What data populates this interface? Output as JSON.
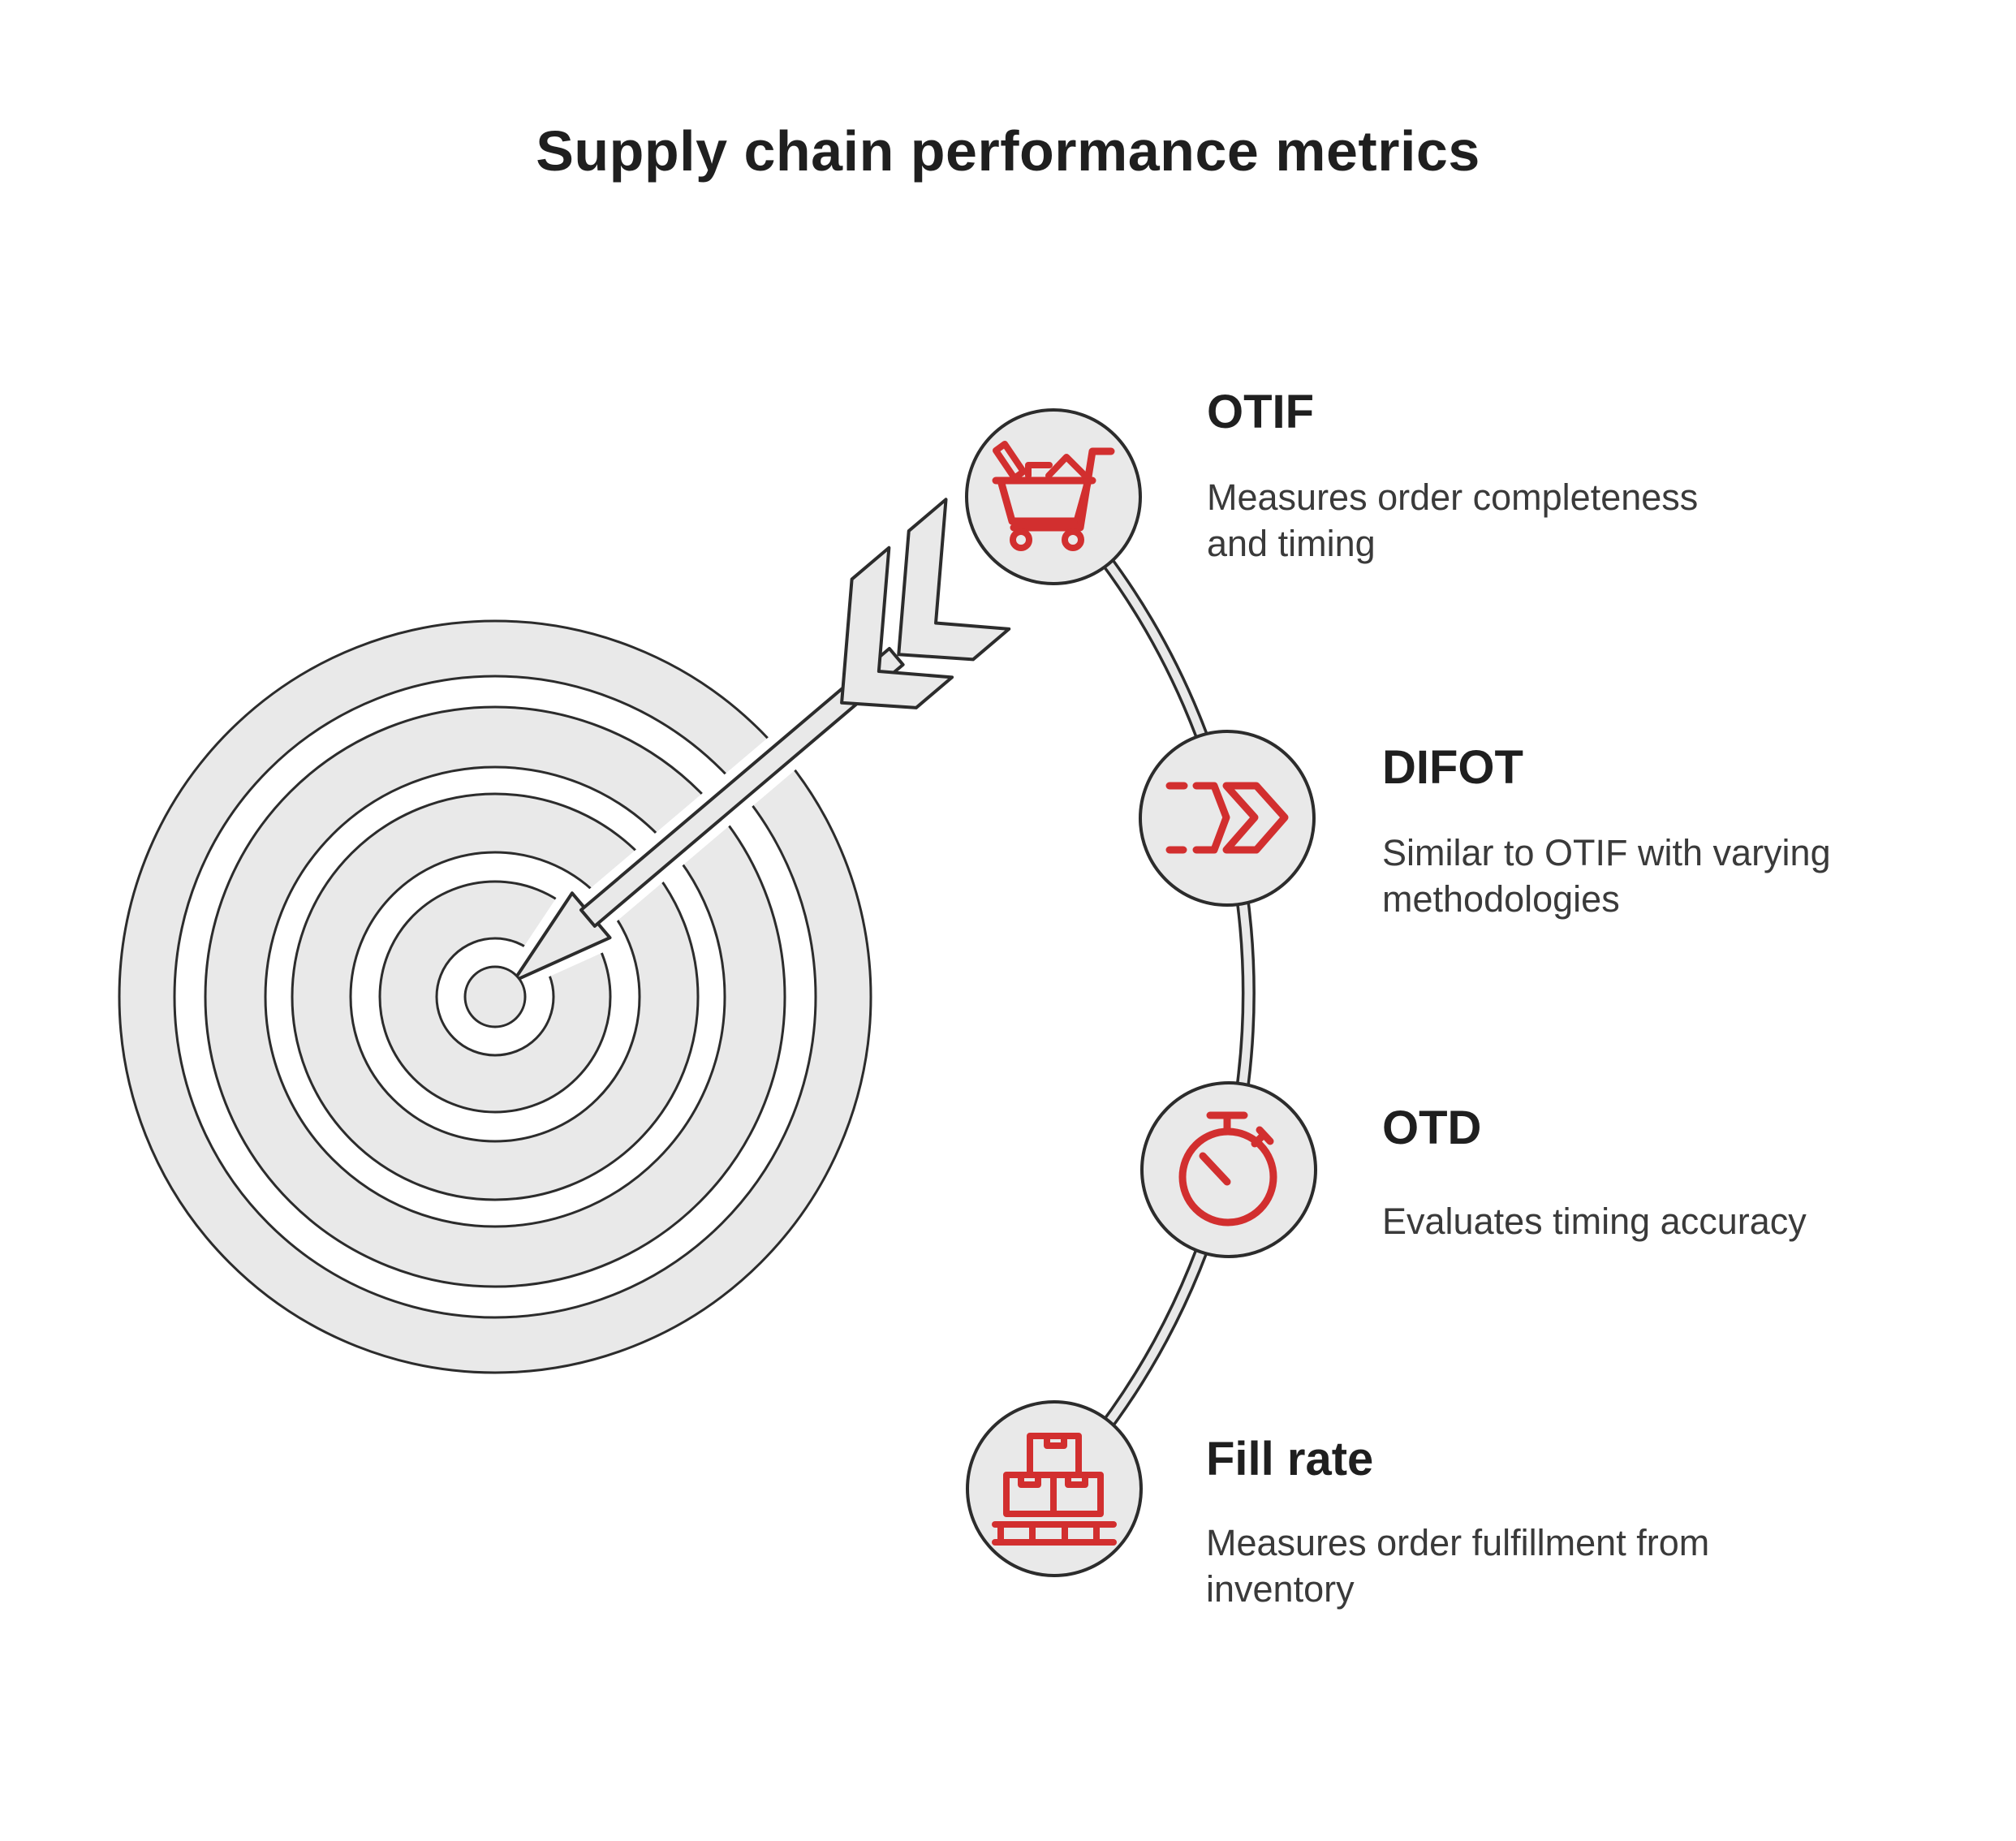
{
  "title": "Supply chain performance metrics",
  "colors": {
    "background": "#ffffff",
    "accent_red": "#d22f2f",
    "shape_fill": "#e9e9e9",
    "outline": "#2c2c2c",
    "heading_text": "#1f1f1f",
    "body_text": "#3a3a3a"
  },
  "illustration": {
    "name": "bullseye-target-with-arrow",
    "rings": 5,
    "node_connector": "arc"
  },
  "metrics": [
    {
      "label": "OTIF",
      "description": "Measures order completeness\nand timing",
      "icon": "shopping-cart-icon"
    },
    {
      "label": "DIFOT",
      "description": "Similar to OTIF with varying\nmethodologies",
      "icon": "fast-forward-chevrons-icon"
    },
    {
      "label": "OTD",
      "description": "Evaluates timing accuracy",
      "icon": "stopwatch-icon"
    },
    {
      "label": "Fill rate",
      "description": "Measures order fulfillment from\ninventory",
      "icon": "pallet-boxes-icon"
    }
  ]
}
